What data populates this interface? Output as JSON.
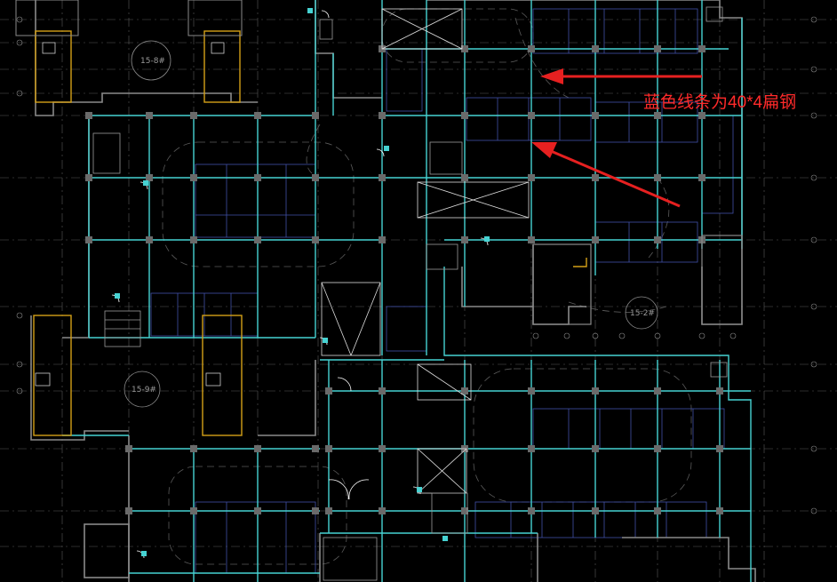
{
  "annotation": {
    "text": "蓝色线条为40*4扁钢",
    "color": "#ff2a2a"
  },
  "building_labels": {
    "top_left": "15-8#",
    "mid_right": "15-2#",
    "bottom_left": "15-9#"
  },
  "colors": {
    "background": "#000000",
    "grounding_line": "#46d2d2",
    "wall": "#8a8a8a",
    "grid_axis": "#6a6a6a",
    "parking": "#3a4a9a",
    "core_highlight": "#d4a017",
    "arrow": "#e62020",
    "door": "#ffffff"
  },
  "icons": {
    "arrow_upper": "red-arrow-icon",
    "arrow_lower": "red-arrow-icon"
  }
}
